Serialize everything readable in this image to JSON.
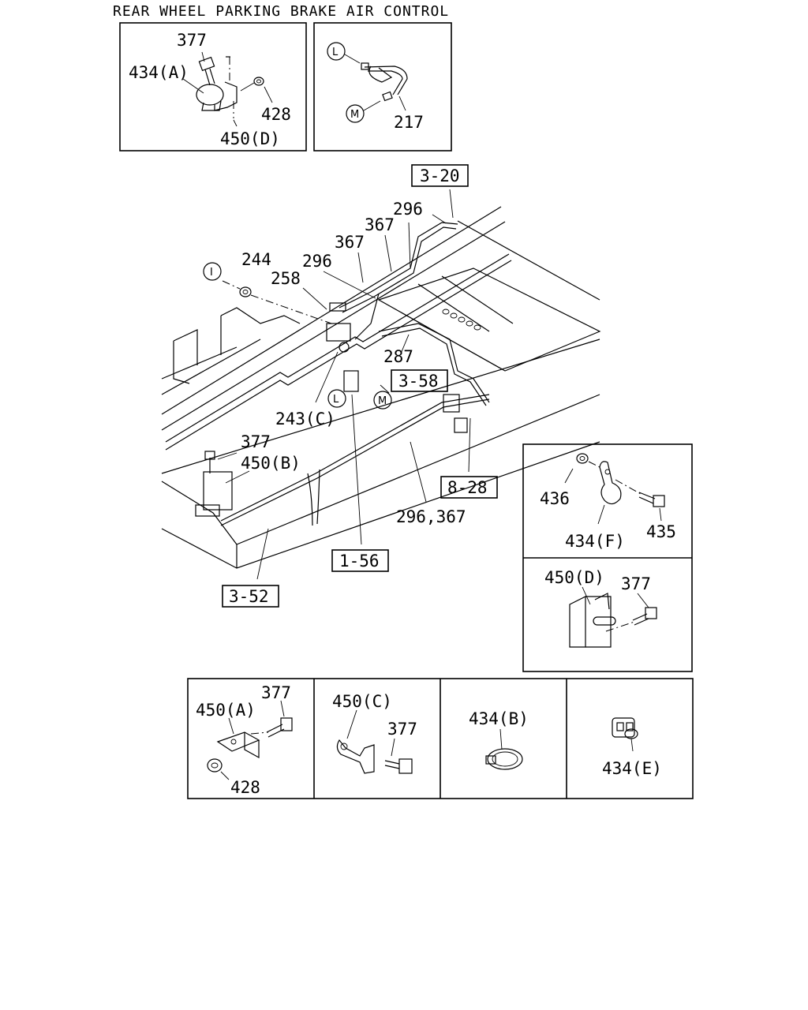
{
  "title": "REAR WHEEL PARKING BRAKE AIR CONTROL",
  "refs": [
    "3-20",
    "3-58",
    "8-28",
    "1-56",
    "3-52"
  ],
  "inset_top_left": {
    "labels": [
      "377",
      "434(A)",
      "428",
      "450(D)"
    ]
  },
  "inset_top_mid": {
    "circles": [
      "L",
      "M"
    ],
    "labels": [
      "217"
    ]
  },
  "main": {
    "labels": [
      "296",
      "367",
      "367",
      "296",
      "244",
      "258",
      "287",
      "243(C)",
      "377",
      "450(B)",
      "296,367"
    ],
    "circles": [
      "I",
      "L",
      "M"
    ]
  },
  "inset_right_upper": {
    "labels": [
      "436",
      "435",
      "434(F)"
    ]
  },
  "inset_right_lower": {
    "labels": [
      "450(D)",
      "377"
    ]
  },
  "bottom_panels": [
    {
      "labels": [
        "377",
        "450(A)",
        "428"
      ]
    },
    {
      "labels": [
        "450(C)",
        "377"
      ]
    },
    {
      "labels": [
        "434(B)"
      ]
    },
    {
      "labels": [
        "434(E)"
      ]
    }
  ]
}
